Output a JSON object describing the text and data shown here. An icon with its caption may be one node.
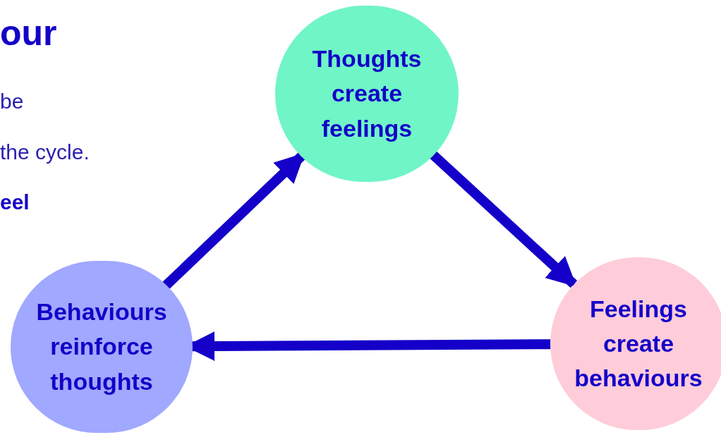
{
  "diagram": {
    "title": "our",
    "nodes": [
      {
        "text": [
          "Thoughts create feelings"
        ]
      },
      {
        "text": [
          "Feelings create behaviours"
        ]
      },
      {
        "text": [
          "Behaviours reinforce thoughts"
        ]
      }
    ],
    "edges": [
      {
        "from": 0,
        "to": 1,
        "arrow": "to"
      },
      {
        "from": 1,
        "to": 2,
        "arrow": "to"
      },
      {
        "from": 2,
        "to": 0,
        "arrow": "to"
      }
    ],
    "labels": [
      "be",
      "the cycle.",
      "eel"
    ]
  }
}
